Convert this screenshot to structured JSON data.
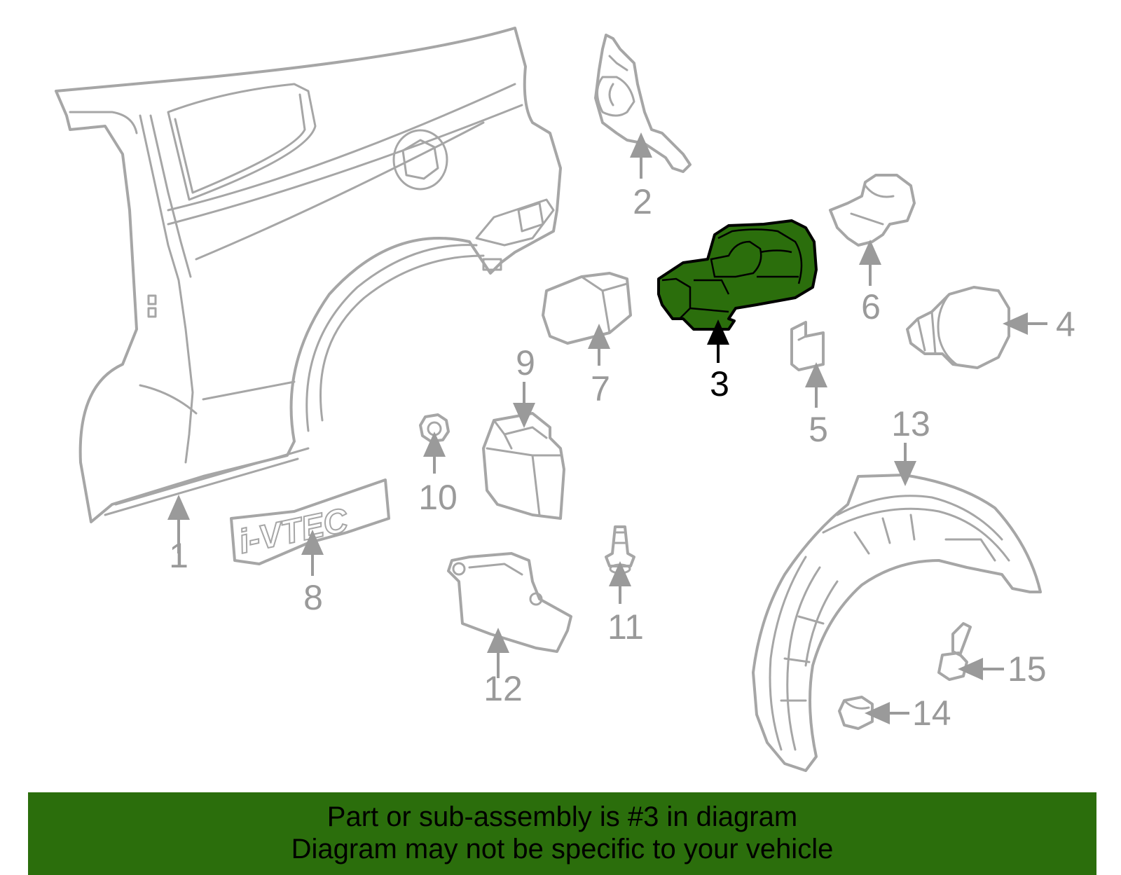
{
  "diagram": {
    "highlight_color": "#2b6e0c",
    "part_color": "#a6a6a6",
    "callouts": [
      {
        "id": "1",
        "label": "1"
      },
      {
        "id": "2",
        "label": "2"
      },
      {
        "id": "3",
        "label": "3",
        "highlighted": true
      },
      {
        "id": "4",
        "label": "4"
      },
      {
        "id": "5",
        "label": "5"
      },
      {
        "id": "6",
        "label": "6"
      },
      {
        "id": "7",
        "label": "7"
      },
      {
        "id": "8",
        "label": "8"
      },
      {
        "id": "9",
        "label": "9"
      },
      {
        "id": "10",
        "label": "10"
      },
      {
        "id": "11",
        "label": "11"
      },
      {
        "id": "12",
        "label": "12"
      },
      {
        "id": "13",
        "label": "13"
      },
      {
        "id": "14",
        "label": "14"
      },
      {
        "id": "15",
        "label": "15"
      }
    ],
    "emblem_text": "i-VTEC"
  },
  "banner": {
    "line1": "Part or sub-assembly is #3 in diagram",
    "line2": "Diagram may not be specific to your vehicle",
    "background": "#2b6e0c"
  }
}
